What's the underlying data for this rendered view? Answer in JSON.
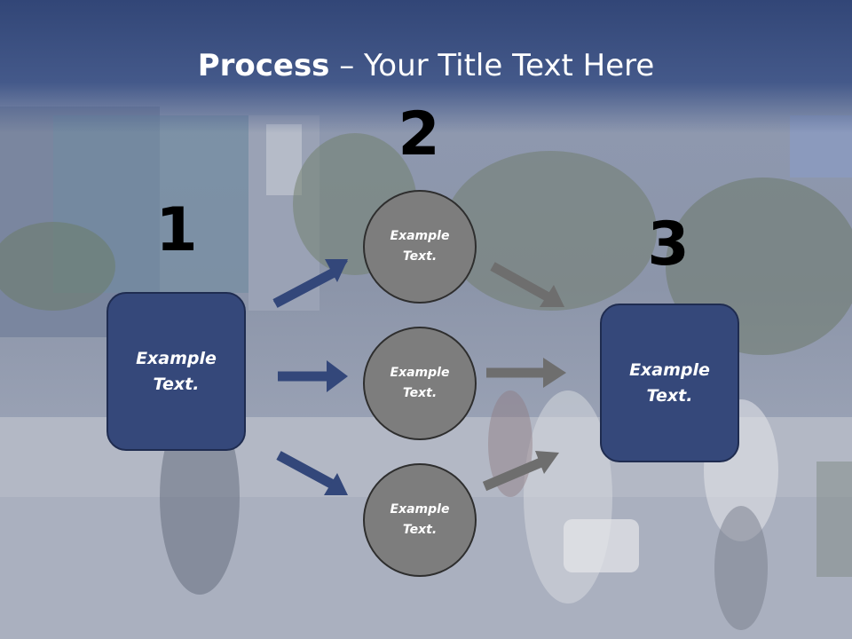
{
  "slide": {
    "title_bold": "Process",
    "title_rest": " – Your Title Text Here",
    "numbers": [
      "1",
      "2",
      "3"
    ],
    "left_box": "Example Text.",
    "right_box": "Example Text.",
    "circles": [
      "Example Text.",
      "Example Text.",
      "Example Text."
    ]
  },
  "colors": {
    "header": "#3a4e80",
    "box_fill": "#35487a",
    "circle_fill": "#7d7d7d",
    "arrow_blue": "#33477a",
    "arrow_gray": "#6e6e6e"
  }
}
